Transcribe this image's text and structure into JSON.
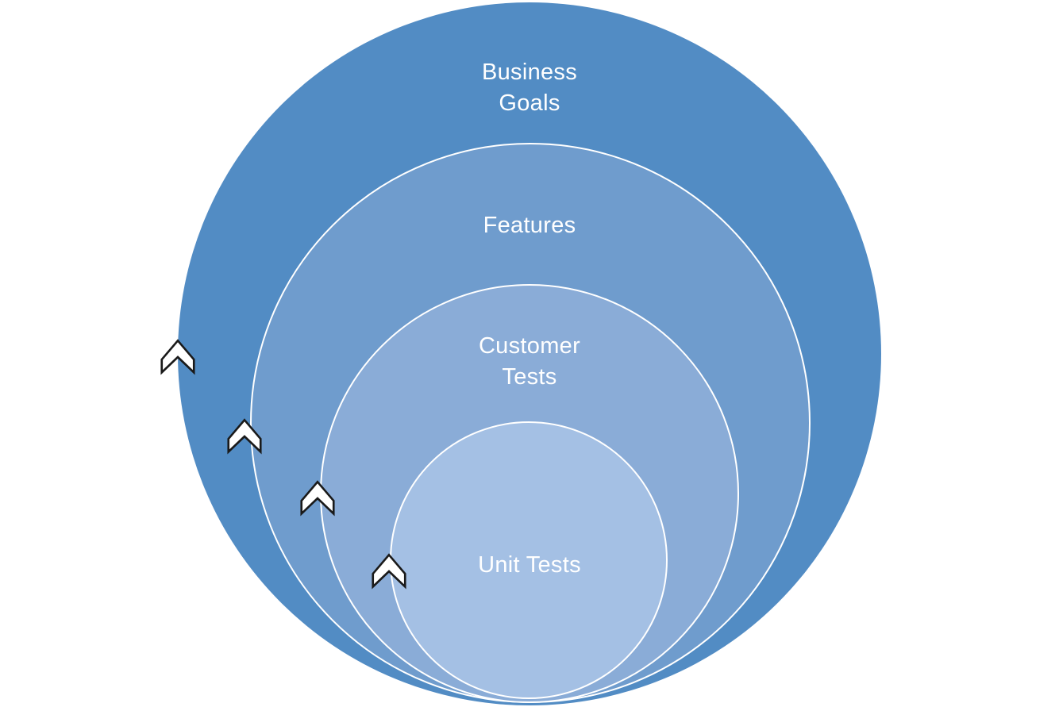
{
  "diagram": {
    "type": "nested-circles",
    "background_color": "#ffffff",
    "ring_outline_color": "#ffffff",
    "text_color": "#ffffff",
    "levels": [
      {
        "label": "Business Goals",
        "color": "#528cc4"
      },
      {
        "label": "Features",
        "color": "#6f9ccd"
      },
      {
        "label": "Customer Tests",
        "color": "#8aacd7"
      },
      {
        "label": "Unit Tests",
        "color": "#a4c0e4"
      }
    ],
    "chevron": {
      "icon": "chevron-up-icon",
      "direction": "up",
      "count": 4,
      "fill": "#ffffff",
      "outline": "#1a1a1a"
    }
  }
}
